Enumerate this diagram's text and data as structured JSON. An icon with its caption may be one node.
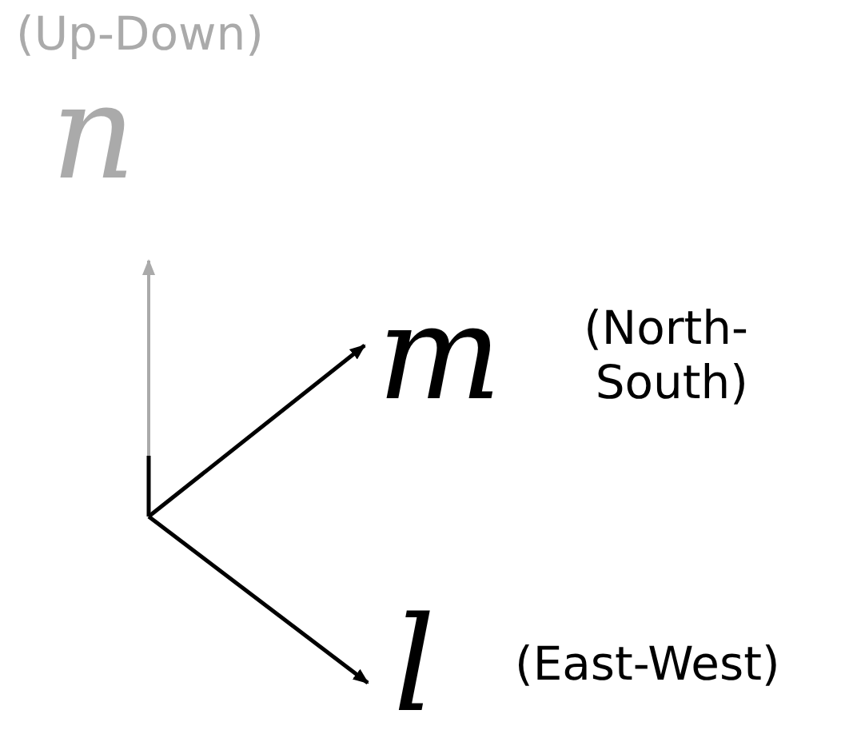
{
  "diagram": {
    "labels": [
      "(Up-Down)",
      "n",
      "m",
      "(North- South)",
      "l",
      "(East-West)"
    ]
  }
}
